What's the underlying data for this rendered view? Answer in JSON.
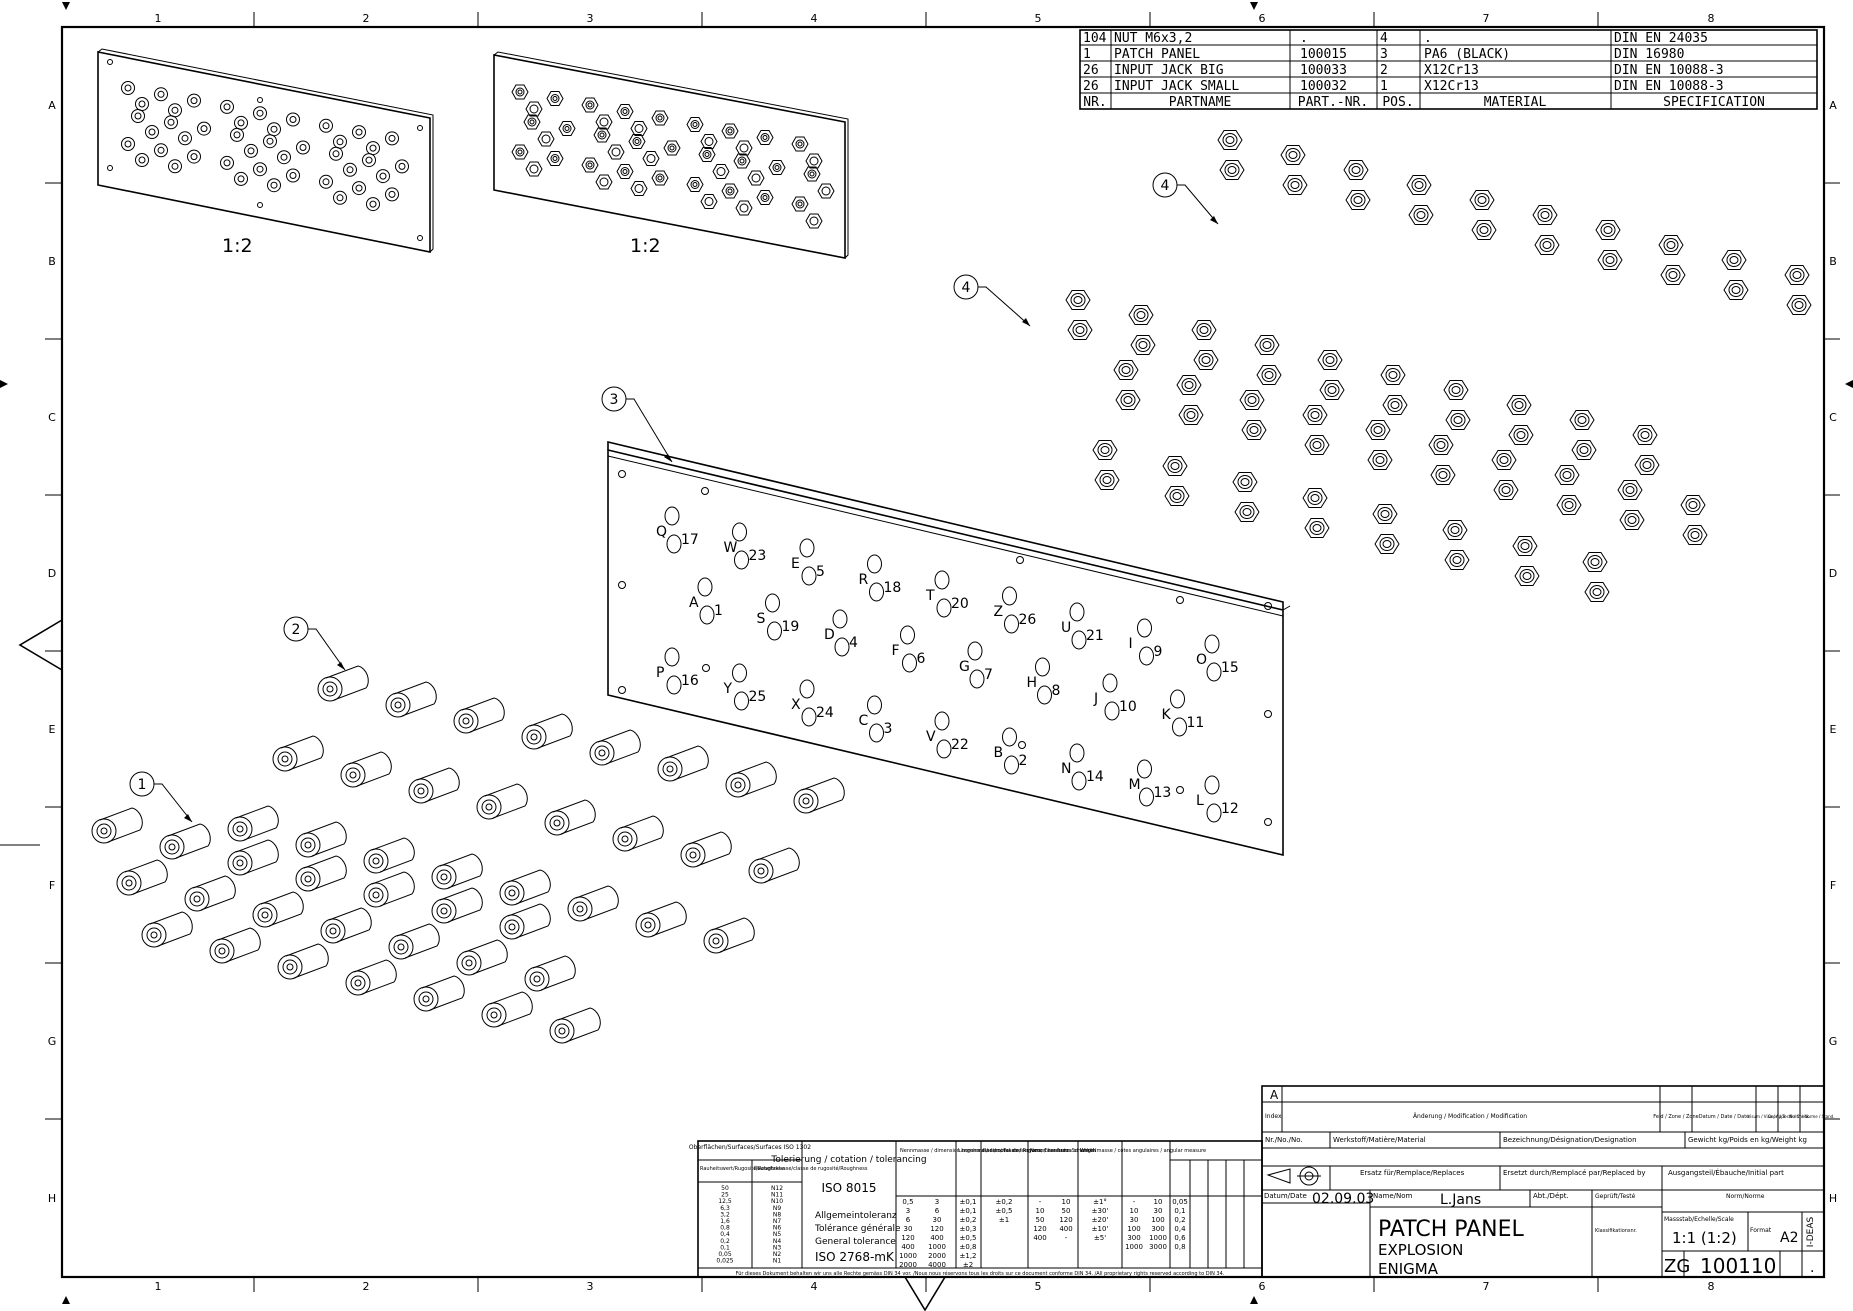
{
  "frame": {
    "columns": [
      "1",
      "2",
      "3",
      "4",
      "5",
      "6",
      "7",
      "8"
    ],
    "rows": [
      "A",
      "B",
      "C",
      "D",
      "E",
      "F",
      "G",
      "H"
    ]
  },
  "bom": {
    "headers": [
      "NR.",
      "PARTNAME",
      "PART.-NR.",
      "POS.",
      "MATERIAL",
      "SPECIFICATION"
    ],
    "rows": [
      [
        "104",
        "NUT M6x3,2",
        ".",
        "4",
        ".",
        "DIN EN 24035"
      ],
      [
        "1",
        "PATCH PANEL",
        "100015",
        "3",
        "PA6 (BLACK)",
        "DIN 16980"
      ],
      [
        "26",
        "INPUT JACK BIG",
        "100033",
        "2",
        "X12Cr13",
        "DIN EN 10088-3"
      ],
      [
        "26",
        "INPUT JACK SMALL",
        "100032",
        "1",
        "X12Cr13",
        "DIN EN 10088-3"
      ]
    ]
  },
  "views": {
    "scale_left": "1:2",
    "scale_right": "1:2"
  },
  "balloons": [
    "1",
    "2",
    "3",
    "4",
    "4"
  ],
  "panel_labels": [
    {
      "l": "Q",
      "n": "17"
    },
    {
      "l": "W",
      "n": "23"
    },
    {
      "l": "E",
      "n": "5"
    },
    {
      "l": "R",
      "n": "18"
    },
    {
      "l": "T",
      "n": "20"
    },
    {
      "l": "Z",
      "n": "26"
    },
    {
      "l": "U",
      "n": "21"
    },
    {
      "l": "I",
      "n": "9"
    },
    {
      "l": "O",
      "n": "15"
    },
    {
      "l": "A",
      "n": "1"
    },
    {
      "l": "S",
      "n": "19"
    },
    {
      "l": "D",
      "n": "4"
    },
    {
      "l": "F",
      "n": "6"
    },
    {
      "l": "G",
      "n": "7"
    },
    {
      "l": "H",
      "n": "8"
    },
    {
      "l": "J",
      "n": "10"
    },
    {
      "l": "K",
      "n": "11"
    },
    {
      "l": "P",
      "n": "16"
    },
    {
      "l": "Y",
      "n": "25"
    },
    {
      "l": "X",
      "n": "24"
    },
    {
      "l": "C",
      "n": "3"
    },
    {
      "l": "V",
      "n": "22"
    },
    {
      "l": "B",
      "n": "2"
    },
    {
      "l": "N",
      "n": "14"
    },
    {
      "l": "M",
      "n": "13"
    },
    {
      "l": "L",
      "n": "12"
    }
  ],
  "revision": {
    "index_letter": "A",
    "index_label": "Index",
    "change_label": "Änderung / Modification / Modification",
    "zone_label": "Feld / Zone / Zone",
    "date_label": "Datum / Date / Date",
    "visa_label": "Visum / Visa / Appr.",
    "check_label": "Gepr. / Testé / Check.",
    "norm_label": "Norm / Norme / Stand."
  },
  "titleblock": {
    "nr_label": "Nr./No./No.",
    "material_label": "Werkstoff/Matière/Material",
    "designation_label": "Bezeichnung/Désignation/Designation",
    "weight_label": "Gewicht kg/Poids en kg/Weight kg",
    "replaces_label": "Ersatz für/Remplace/Replaces",
    "replaced_by_label": "Ersetzt durch/Remplacé par/Replaced by",
    "initial_part_label": "Ausgangsteil/Ébauche/Initial part",
    "date_label": "Datum/Date",
    "date_value": "02.09.03",
    "name_label": "Name/Nom",
    "name_value": "L.Jans",
    "dept_label": "Abt./Dépt.",
    "checked_label": "Geprüft/Testé",
    "norm_label": "Norm/Norme",
    "title1": "PATCH PANEL",
    "title2": "EXPLOSION",
    "title3": "ENIGMA",
    "classification_label": "Klassifikationsnr.",
    "scale_label": "Massstab/Echelle/Scale",
    "scale_value": "1:1 (1:2)",
    "format_label": "Format",
    "format_value": "A2",
    "cad": "I-DEAS",
    "zg": "ZG",
    "drawing_no": "100110",
    "sheet": "."
  },
  "tolerance": {
    "surface_label": "Oberflächen/Surfaces/Surfaces ISO 1302",
    "rough_label": "Rauheitswert/Rugosité/Roughness",
    "rough_class_label": "Rauheitsklasse/classe de rugosité/Roughness",
    "rough_values": [
      "50",
      "25",
      "12,5",
      "6,3",
      "3,2",
      "1,6",
      "0,8",
      "0,4",
      "0,2",
      "0,1",
      "0,05",
      "0,025"
    ],
    "rough_classes": [
      "N12",
      "N11",
      "N10",
      "N9",
      "N8",
      "N7",
      "N6",
      "N5",
      "N4",
      "N3",
      "N2",
      "N1"
    ],
    "tol_title": "Tolerierung / cotation / tolerancing",
    "iso8015": "ISO 8015",
    "general_de": "Allgemeintoleranz",
    "general_fr": "Tolérance générale",
    "general_en": "General tolerance",
    "iso2768": "ISO 2768-mK",
    "nominal_label": "Nennmasse / dimension nominale / nominal size",
    "length_label": "Längenmasse / cotes de longueur / measures of length",
    "chamfer_label": "Radien, Fasen / Rayons, Chanfreins",
    "short_label": "Nennmass kurz. Schenkel",
    "angle_label": "Winkelmasse / cotes angulaires / angular measure",
    "len_rows": [
      [
        "0,5",
        "3",
        "±0,1",
        "±0,2"
      ],
      [
        "3",
        "6",
        "±0,1",
        "±0,5"
      ],
      [
        "6",
        "30",
        "±0,2",
        "±1"
      ],
      [
        "30",
        "120",
        "±0,3",
        ""
      ],
      [
        "120",
        "400",
        "±0,5",
        ""
      ],
      [
        "400",
        "1000",
        "±0,8",
        ""
      ],
      [
        "1000",
        "2000",
        "±1,2",
        ""
      ],
      [
        "2000",
        "4000",
        "±2",
        ""
      ]
    ],
    "ang_rows": [
      [
        "-",
        "10",
        "±1°"
      ],
      [
        "10",
        "50",
        "±30'"
      ],
      [
        "50",
        "120",
        "±20'"
      ],
      [
        "120",
        "400",
        "±10'"
      ],
      [
        "400",
        "-",
        "±5'"
      ]
    ],
    "geo_rows": [
      [
        "-",
        "10",
        "0,05"
      ],
      [
        "10",
        "30",
        "0,1"
      ],
      [
        "30",
        "100",
        "0,2"
      ],
      [
        "100",
        "300",
        "0,4"
      ],
      [
        "300",
        "1000",
        "0,6"
      ],
      [
        "1000",
        "3000",
        "0,8"
      ]
    ],
    "footer": "Für dieses Dokument behalten wir uns alle Rechte gemäss DIN 34 vor. /Nous nous réservons tous les droits sur ce document conforme DIN 34. /All proprietary rights reserved according to DIN 34."
  }
}
